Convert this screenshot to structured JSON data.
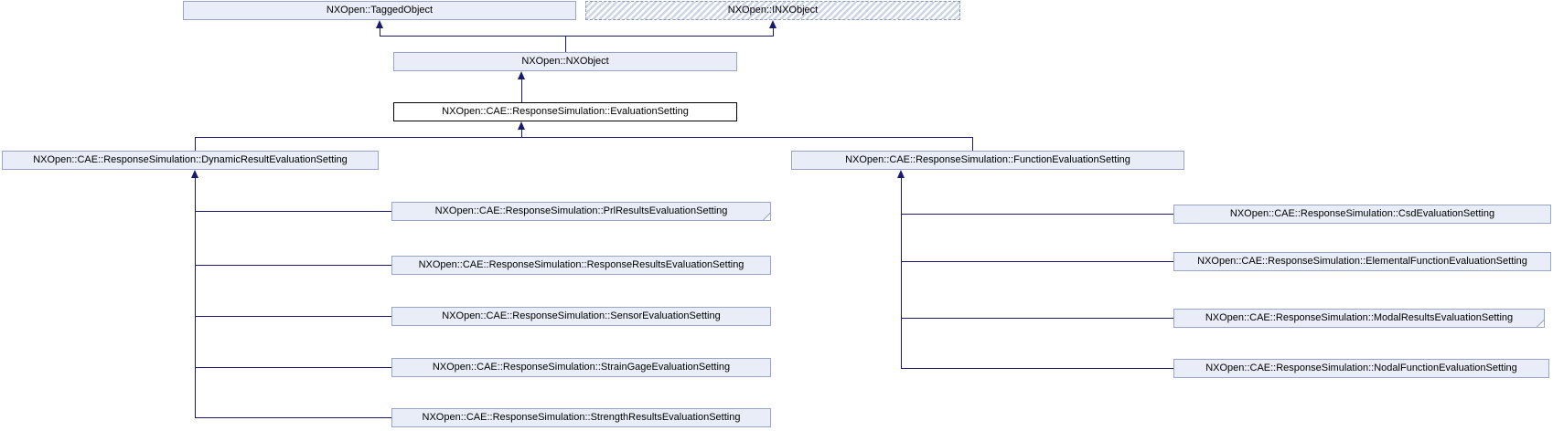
{
  "diagram": {
    "type": "class-inheritance-diagram",
    "current_class": "NXOpen::CAE::ResponseSimulation::EvaluationSetting",
    "colors": {
      "edge": "#191970",
      "node_fill": "#e8edf7",
      "node_border": "#99a5c6",
      "current_border": "#000000",
      "hatch": "#ccd5e8",
      "text": "#000000",
      "background": "#ffffff"
    },
    "nodes": {
      "tagged_object": {
        "label": "NXOpen::TaggedObject",
        "style": "normal",
        "truncated": false
      },
      "inx_object": {
        "label": "NXOpen::INXObject",
        "style": "external",
        "truncated": false
      },
      "nx_object": {
        "label": "NXOpen::NXObject",
        "style": "normal",
        "truncated": false
      },
      "evaluation_setting": {
        "label": "NXOpen::CAE::ResponseSimulation::EvaluationSetting",
        "style": "current",
        "truncated": false
      },
      "dynamic_result": {
        "label": "NXOpen::CAE::ResponseSimulation::DynamicResultEvaluationSetting",
        "style": "normal",
        "truncated": false
      },
      "function_eval": {
        "label": "NXOpen::CAE::ResponseSimulation::FunctionEvaluationSetting",
        "style": "normal",
        "truncated": false
      },
      "prl_results": {
        "label": "NXOpen::CAE::ResponseSimulation::PrlResultsEvaluationSetting",
        "style": "normal",
        "truncated": true
      },
      "response_results": {
        "label": "NXOpen::CAE::ResponseSimulation::ResponseResultsEvaluationSetting",
        "style": "normal",
        "truncated": false
      },
      "sensor": {
        "label": "NXOpen::CAE::ResponseSimulation::SensorEvaluationSetting",
        "style": "normal",
        "truncated": false
      },
      "strain_gage": {
        "label": "NXOpen::CAE::ResponseSimulation::StrainGageEvaluationSetting",
        "style": "normal",
        "truncated": false
      },
      "strength_results": {
        "label": "NXOpen::CAE::ResponseSimulation::StrengthResultsEvaluationSetting",
        "style": "normal",
        "truncated": false
      },
      "csd": {
        "label": "NXOpen::CAE::ResponseSimulation::CsdEvaluationSetting",
        "style": "normal",
        "truncated": false
      },
      "elemental_function": {
        "label": "NXOpen::CAE::ResponseSimulation::ElementalFunctionEvaluationSetting",
        "style": "normal",
        "truncated": false
      },
      "modal_results": {
        "label": "NXOpen::CAE::ResponseSimulation::ModalResultsEvaluationSetting",
        "style": "normal",
        "truncated": true
      },
      "nodal_function": {
        "label": "NXOpen::CAE::ResponseSimulation::NodalFunctionEvaluationSetting",
        "style": "normal",
        "truncated": false
      }
    },
    "relations": [
      {
        "child": "nx_object",
        "parent": "tagged_object"
      },
      {
        "child": "nx_object",
        "parent": "inx_object"
      },
      {
        "child": "evaluation_setting",
        "parent": "nx_object"
      },
      {
        "child": "dynamic_result",
        "parent": "evaluation_setting"
      },
      {
        "child": "function_eval",
        "parent": "evaluation_setting"
      },
      {
        "child": "prl_results",
        "parent": "dynamic_result"
      },
      {
        "child": "response_results",
        "parent": "dynamic_result"
      },
      {
        "child": "sensor",
        "parent": "dynamic_result"
      },
      {
        "child": "strain_gage",
        "parent": "dynamic_result"
      },
      {
        "child": "strength_results",
        "parent": "dynamic_result"
      },
      {
        "child": "csd",
        "parent": "function_eval"
      },
      {
        "child": "elemental_function",
        "parent": "function_eval"
      },
      {
        "child": "modal_results",
        "parent": "function_eval"
      },
      {
        "child": "nodal_function",
        "parent": "function_eval"
      }
    ]
  }
}
